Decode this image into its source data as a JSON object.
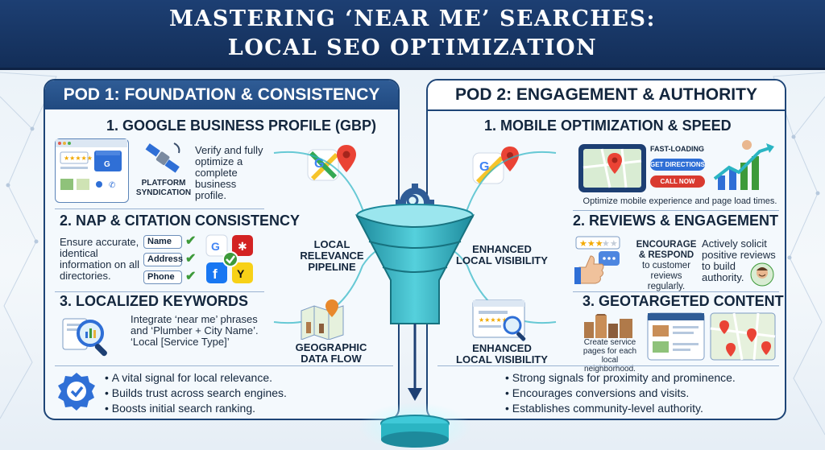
{
  "title": {
    "line1": "MASTERING ‘NEAR ME’ SEARCHES:",
    "line2": "LOCAL SEO OPTIMIZATION"
  },
  "pod1": {
    "header": "POD 1: FOUNDATION & CONSISTENCY",
    "s1": {
      "title": "1. GOOGLE BUSINESS PROFILE (GBP)",
      "text": "Verify and fully optimize a complete business profile.",
      "syndication": "PLATFORM SYNDICATION"
    },
    "s2": {
      "title": "2. NAP & CITATION CONSISTENCY",
      "text": "Ensure accurate, identical information on all directories.",
      "fields": [
        "Name",
        "Address",
        "Phone"
      ]
    },
    "s3": {
      "title": "3. LOCALIZED KEYWORDS",
      "text": "Integrate ‘near me’ phrases and ‘Plumber + City Name’. ‘Local [Service Type]’"
    },
    "bullets": [
      "A vital signal for local relevance.",
      "Builds trust across search engines.",
      "Boosts initial search ranking."
    ]
  },
  "center": {
    "left_top": "LOCAL RELEVANCE PIPELINE",
    "left_bottom": "GEOGRAPHIC DATA FLOW",
    "right_top": "ENHANCED LOCAL VISIBILITY",
    "right_bottom": "ENHANCED LOCAL VISIBILITY"
  },
  "pod2": {
    "header": "POD 2: ENGAGEMENT & AUTHORITY",
    "s1": {
      "title": "1. MOBILE OPTIMIZATION & SPEED",
      "fast": "FAST-LOADING",
      "btn1": "GET DIRECTIONS",
      "btn2": "CALL NOW",
      "text": "Optimize mobile experience and page load times."
    },
    "s2": {
      "title": "2. REVIEWS & ENGAGEMENT",
      "encourage": "ENCOURAGE & RESPOND",
      "encourage_rest": "to customer reviews regularly.",
      "text": "Actively solicit positive reviews to build authority."
    },
    "s3": {
      "title": "3. GEOTARGETED CONTENT",
      "text": "Create service pages for each local neighborhood."
    },
    "bullets": [
      "Strong signals for proximity and prominence.",
      "Encourages conversions and visits.",
      "Establishes community-level authority."
    ]
  },
  "colors": {
    "navy": "#1d3f73",
    "teal": "#2bb5c3",
    "green": "#3d9a3a",
    "red": "#d93a2f"
  }
}
